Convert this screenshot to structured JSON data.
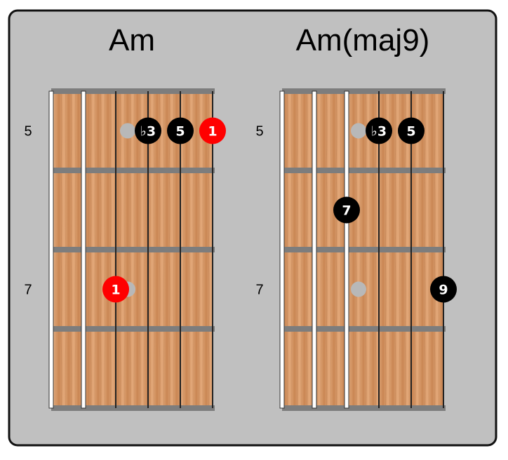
{
  "colors": {
    "panel_bg": "#c0c0c0",
    "panel_border": "#111111",
    "wood_light": "#e3a97a",
    "wood_dark": "#c98653",
    "fret": "#7d7d7d",
    "string": "#222222",
    "open_string_white": "#ffffff",
    "dot_black": "#000000",
    "dot_red": "#ff0000",
    "ghost_dot": "#b8b8b8",
    "label_text": "#000000"
  },
  "diagrams": [
    {
      "title": "Am",
      "fret_labels": [
        {
          "fret_row": 0,
          "text": "5"
        },
        {
          "fret_row": 2,
          "text": "7"
        }
      ],
      "open_strings": [
        0,
        1
      ],
      "notes": [
        {
          "string": 3,
          "fret_row": 0,
          "label": "♭3",
          "style": "black"
        },
        {
          "string": 4,
          "fret_row": 0,
          "label": "5",
          "style": "black"
        },
        {
          "string": 5,
          "fret_row": 0,
          "label": "1",
          "style": "red"
        },
        {
          "string": 2,
          "fret_row": 2,
          "label": "1",
          "style": "red"
        }
      ],
      "ghost_notes": [
        {
          "string": 2,
          "fret_row": 0
        },
        {
          "string": 2,
          "fret_row": 2
        }
      ]
    },
    {
      "title": "Am(maj9)",
      "fret_labels": [
        {
          "fret_row": 0,
          "text": "5"
        },
        {
          "fret_row": 2,
          "text": "7"
        }
      ],
      "open_strings": [
        0,
        1,
        2
      ],
      "notes": [
        {
          "string": 3,
          "fret_row": 0,
          "label": "♭3",
          "style": "black"
        },
        {
          "string": 4,
          "fret_row": 0,
          "label": "5",
          "style": "black"
        },
        {
          "string": 2,
          "fret_row": 1,
          "label": "7",
          "style": "black"
        },
        {
          "string": 5,
          "fret_row": 2,
          "label": "9",
          "style": "black"
        }
      ],
      "ghost_notes": [
        {
          "string": 2,
          "fret_row": 0
        },
        {
          "string": 2,
          "fret_row": 2
        }
      ]
    }
  ]
}
